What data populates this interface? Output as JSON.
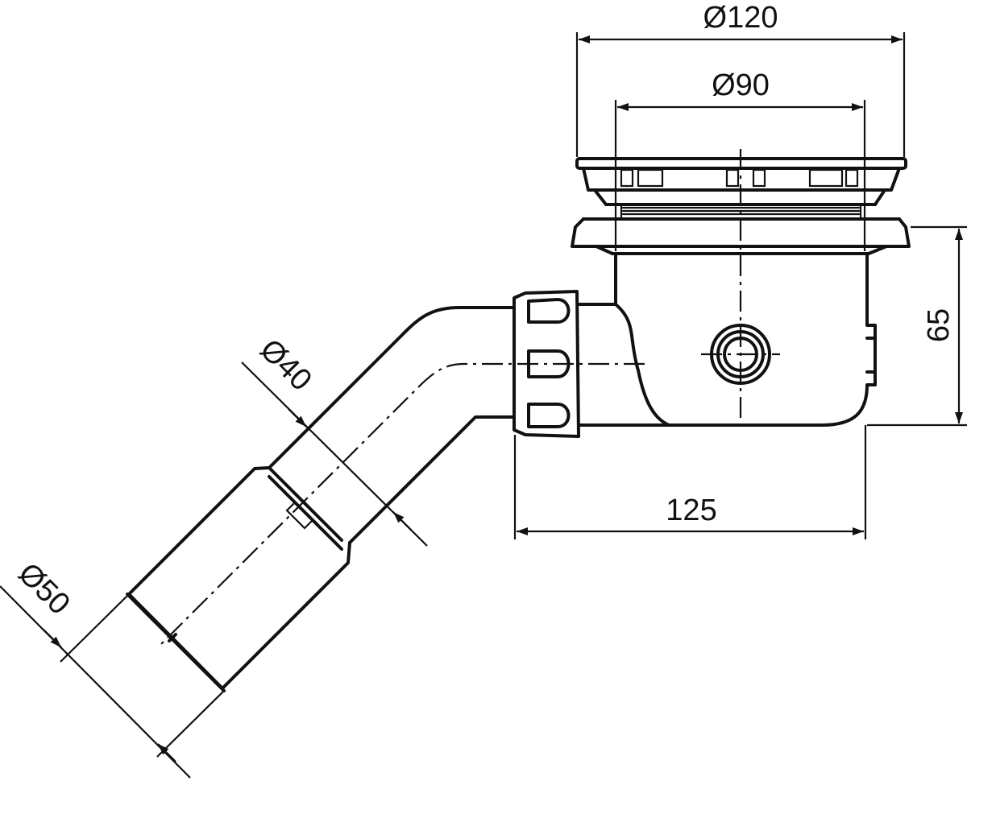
{
  "dimensions": {
    "top_outer_diameter": "Ø120",
    "top_inner_diameter": "Ø90",
    "body_height": "65",
    "outlet_offset": "125",
    "pipe_diameter": "Ø40",
    "outlet_diameter": "Ø50"
  },
  "colors": {
    "line": "#111111",
    "background": "#ffffff"
  }
}
